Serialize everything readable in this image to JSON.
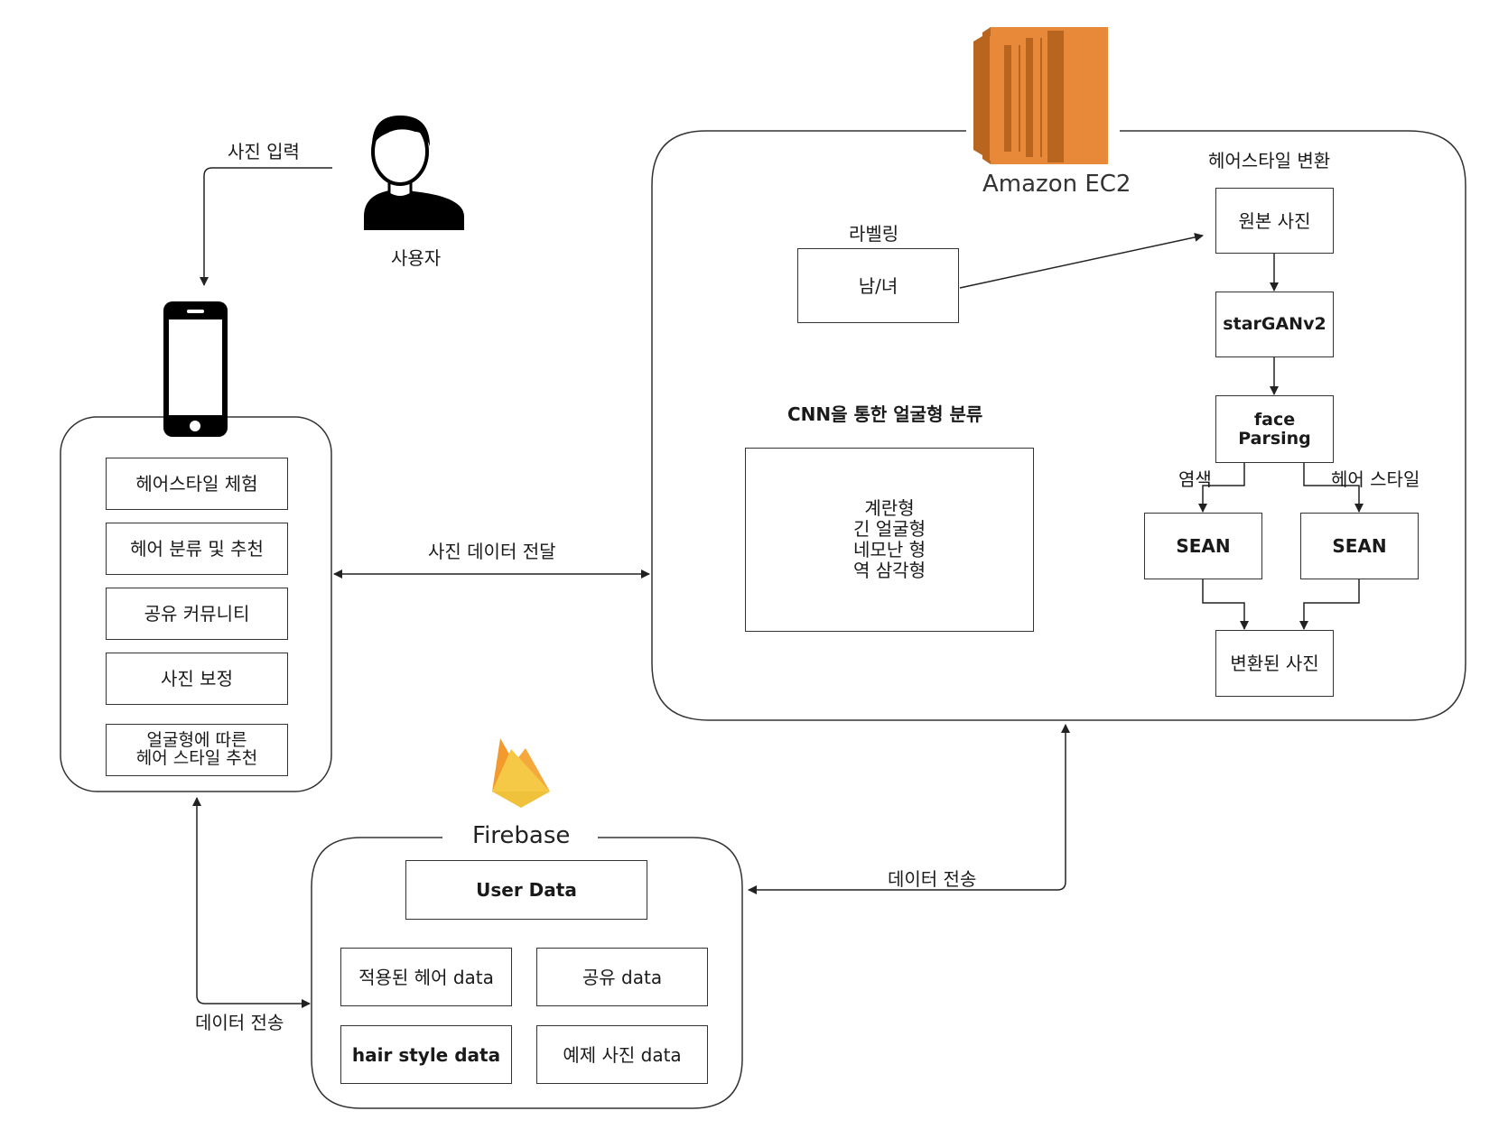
{
  "user": {
    "label": "사용자",
    "photo_input_label": "사진 입력"
  },
  "app": {
    "menu": [
      "헤어스타일 체험",
      "헤어 분류 및 추천",
      "공유 커뮤니티",
      "사진 보정",
      "얼굴형에 따른\n헤어 스타일 추천"
    ]
  },
  "edge_labels": {
    "photo_transfer": "사진 데이터 전달",
    "data_send_left": "데이터 전송",
    "data_send_right": "데이터 전송"
  },
  "ec2": {
    "title": "Amazon EC2",
    "labeling": {
      "title": "라벨링",
      "box": "남/녀"
    },
    "cnn": {
      "title": "CNN을 통한 얼굴형 분류",
      "box": "계란형\n긴 얼굴형\n네모난 형\n역 삼각형"
    },
    "hairstyle": {
      "title": "헤어스타일 변환",
      "original": "원본 사진",
      "stargan": "starGANv2",
      "face_parsing": "face Parsing",
      "dye_label": "염색",
      "style_label": "헤어 스타일",
      "sean_left": "SEAN",
      "sean_right": "SEAN",
      "result": "변환된 사진"
    }
  },
  "firebase": {
    "title": "Firebase",
    "user_data": "User Data",
    "items": [
      "적용된 헤어 data",
      "공유 data",
      "hair style data",
      "예제 사진 data"
    ]
  },
  "colors": {
    "ec2_orange": "#E8893A",
    "ec2_dark": "#B8651F",
    "firebase_yellow": "#F5C945",
    "firebase_orange": "#F29A2E"
  }
}
